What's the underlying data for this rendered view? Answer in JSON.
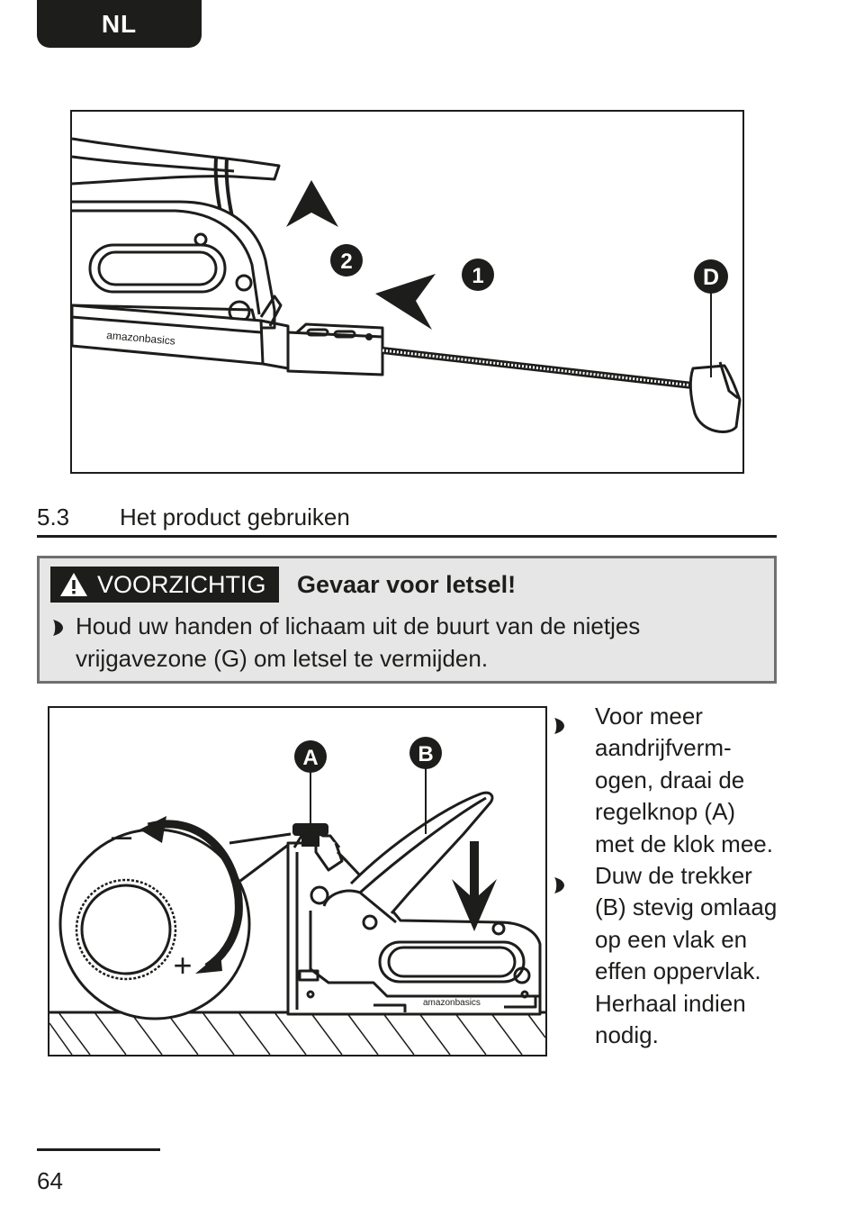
{
  "header": {
    "language": "NL"
  },
  "figure1": {
    "step1": "1",
    "step2": "2",
    "part_d": "D",
    "brand": "amazonbasics"
  },
  "section": {
    "number": "5.3",
    "title": "Het product gebruiken"
  },
  "warning": {
    "label": "VOORZICHTIG",
    "title": "Gevaar voor letsel!",
    "text": "Houd uw handen of lichaam uit de buurt van de nietjes vrijgavezone (G) om letsel te vermijden."
  },
  "figure2": {
    "part_a": "A",
    "part_b": "B",
    "minus": "–",
    "plus": "+",
    "brand": "amazonbasics"
  },
  "instructions": [
    "Voor meer aandrijfverm-ogen, draai de regelknop (A) met de klok mee.",
    "Duw de trekker (B) stevig omlaag op een vlak en effen oppervlak. Herhaal indien nodig."
  ],
  "footer": {
    "page_number": "64"
  },
  "colors": {
    "ink": "#1d1d1b",
    "warning_bg": "#e6e6e6",
    "warning_border": "#6f6f6e"
  }
}
